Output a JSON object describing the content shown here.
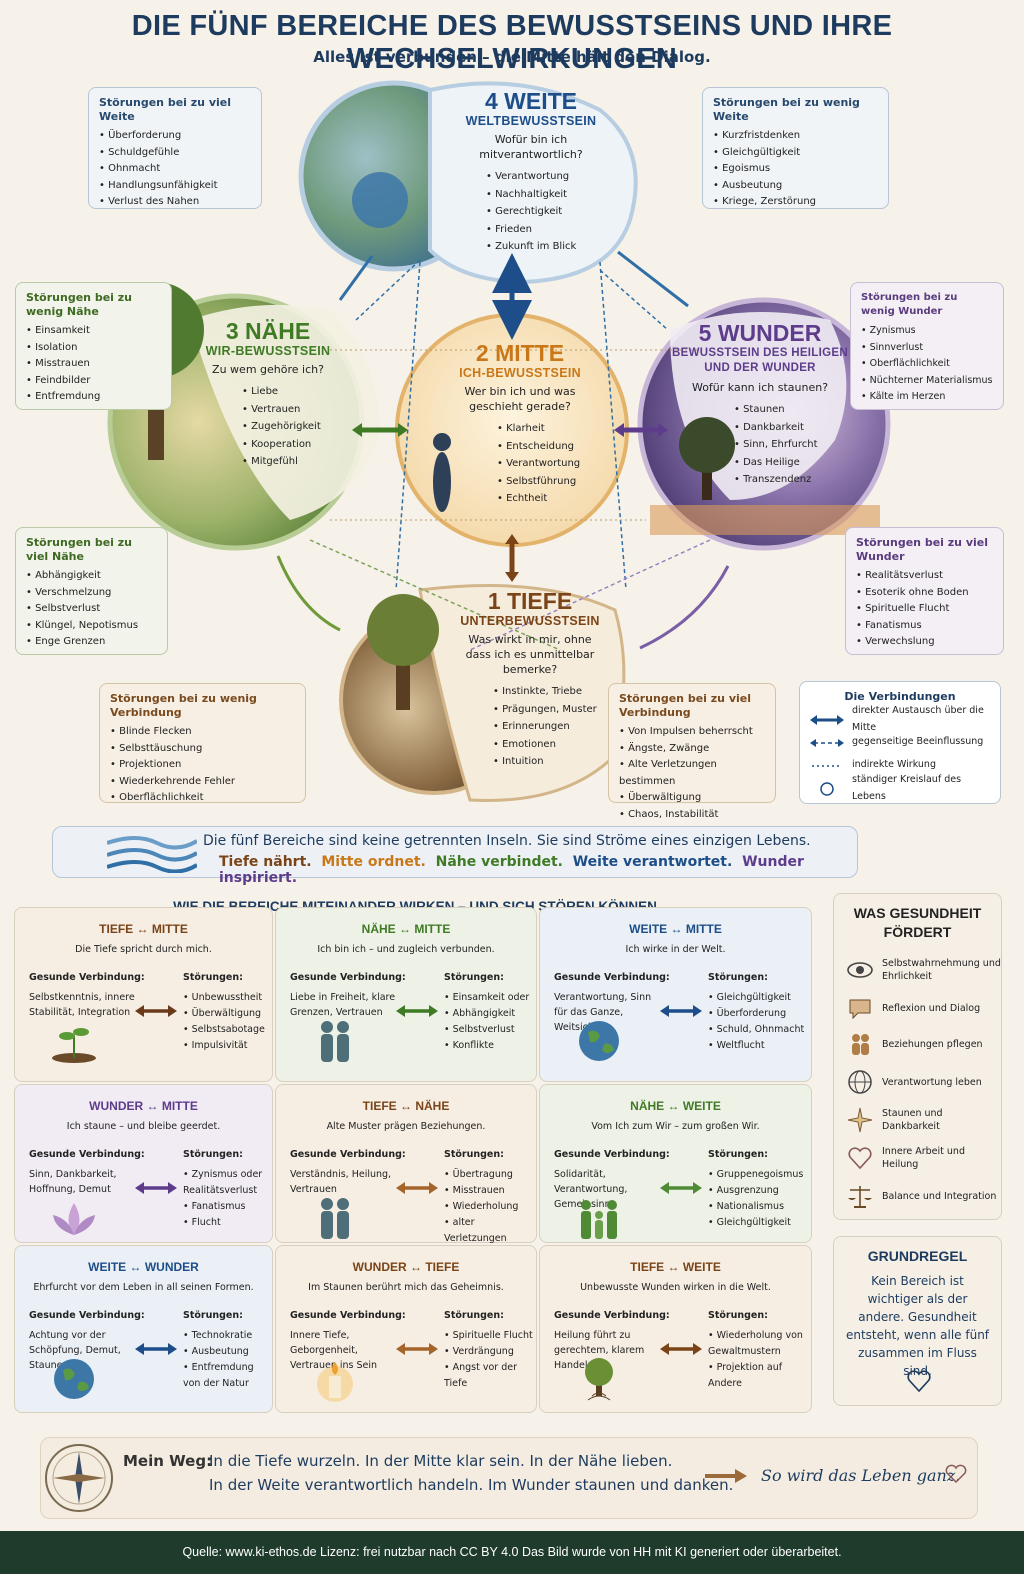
{
  "header": {
    "title": "DIE FÜNF BEREICHE DES BEWUSSTSEINS UND IHRE WECHSELWIRKUNGEN",
    "subtitle": "Alles ist verbunden – die Mitte hält den Dialog."
  },
  "areas": {
    "weite": {
      "num": "4 WEITE",
      "sub": "WELTBEWUSSTSEIN",
      "q": "Wofür bin ich mitverantwortlich?",
      "items": [
        "Verantwortung",
        "Nachhaltigkeit",
        "Gerechtigkeit",
        "Frieden",
        "Zukunft im Blick"
      ]
    },
    "naehe": {
      "num": "3 NÄHE",
      "sub": "WIR-BEWUSSTSEIN",
      "q": "Zu wem gehöre ich?",
      "items": [
        "Liebe",
        "Vertrauen",
        "Zugehörigkeit",
        "Kooperation",
        "Mitgefühl"
      ]
    },
    "mitte": {
      "num": "2 MITTE",
      "sub": "ICH-BEWUSSTSEIN",
      "q": "Wer bin ich und was geschieht gerade?",
      "items": [
        "Klarheit",
        "Entscheidung",
        "Verantwortung",
        "Selbstführung",
        "Echtheit"
      ]
    },
    "wunder": {
      "num": "5 WUNDER",
      "sub": "BEWUSSTSEIN DES HEILIGEN UND DER WUNDER",
      "q": "Wofür kann ich staunen?",
      "items": [
        "Staunen",
        "Dankbarkeit",
        "Sinn, Ehrfurcht",
        "Das Heilige",
        "Transzendenz"
      ]
    },
    "tiefe": {
      "num": "1 TIEFE",
      "sub": "UNTERBEWUSSTSEIN",
      "q": "Was wirkt in mir, ohne dass ich es unmittelbar bemerke?",
      "items": [
        "Instinkte, Triebe",
        "Prägungen, Muster",
        "Erinnerungen",
        "Emotionen",
        "Intuition"
      ]
    }
  },
  "disturbances": {
    "viel_weite": {
      "title": "Störungen bei zu viel Weite",
      "items": [
        "Überforderung",
        "Schuldgefühle",
        "Ohnmacht",
        "Handlungsunfähigkeit",
        "Verlust des Nahen"
      ]
    },
    "wenig_weite": {
      "title": "Störungen bei zu wenig Weite",
      "items": [
        "Kurzfristdenken",
        "Gleichgültigkeit",
        "Egoismus",
        "Ausbeutung",
        "Kriege, Zerstörung"
      ]
    },
    "wenig_naehe": {
      "title": "Störungen bei zu wenig Nähe",
      "items": [
        "Einsamkeit",
        "Isolation",
        "Misstrauen",
        "Feindbilder",
        "Entfremdung"
      ]
    },
    "viel_naehe": {
      "title": "Störungen bei zu viel Nähe",
      "items": [
        "Abhängigkeit",
        "Verschmelzung",
        "Selbstverlust",
        "Klüngel, Nepotismus",
        "Enge Grenzen"
      ]
    },
    "wenig_wunder": {
      "title": "Störungen bei zu wenig Wunder",
      "items": [
        "Zynismus",
        "Sinnverlust",
        "Oberflächlichkeit",
        "Nüchterner Materialismus",
        "Kälte im Herzen"
      ]
    },
    "viel_wunder": {
      "title": "Störungen bei zu viel Wunder",
      "items": [
        "Realitätsverlust",
        "Esoterik ohne Boden",
        "Spirituelle Flucht",
        "Fanatismus",
        "Verwechslung"
      ]
    },
    "wenig_verbindung": {
      "title": "Störungen bei zu wenig Verbindung",
      "items": [
        "Blinde Flecken",
        "Selbsttäuschung",
        "Projektionen",
        "Wiederkehrende Fehler",
        "Oberflächlichkeit"
      ]
    },
    "viel_verbindung": {
      "title": "Störungen bei zu viel Verbindung",
      "items": [
        "Von Impulsen beherrscht",
        "Ängste, Zwänge",
        "Alte Verletzungen bestimmen",
        "Überwältigung",
        "Chaos, Instabilität"
      ]
    }
  },
  "legend": {
    "title": "Die Verbindungen",
    "items": [
      "direkter Austausch über die Mitte",
      "gegenseitige Beeinflussung",
      "indirekte Wirkung",
      "ständiger Kreislauf des Lebens"
    ]
  },
  "banner": {
    "line1": "Die fünf Bereiche sind keine getrennten Inseln.  Sie sind Ströme eines einzigen Lebens.",
    "tiefe": "Tiefe nährt.",
    "mitte": "Mitte ordnet.",
    "naehe": "Nähe verbindet.",
    "weite": "Weite verantwortet.",
    "wunder": "Wunder inspiriert."
  },
  "section_title": "WIE DIE BEREICHE MITEINANDER WIRKEN – UND SICH STÖREN KÖNNEN",
  "labels": {
    "healthy": "Gesunde Verbindung:",
    "disturb": "Störungen:"
  },
  "cards": [
    {
      "title": "TIEFE ↔ MITTE",
      "subtitle": "Die Tiefe spricht durch mich.",
      "healthy": "Selbstkenntnis, innere Stabilität, Integration",
      "items": [
        "Unbewusstheit",
        "Überwältigung",
        "Selbstsabotage",
        "Impulsivität"
      ]
    },
    {
      "title": "NÄHE ↔ MITTE",
      "subtitle": "Ich bin ich – und zugleich verbunden.",
      "healthy": "Liebe in Freiheit, klare Grenzen, Vertrauen",
      "items": [
        "Einsamkeit oder",
        "Abhängigkeit",
        "Selbstverlust",
        "Konflikte"
      ]
    },
    {
      "title": "WEITE ↔ MITTE",
      "subtitle": "Ich wirke in der Welt.",
      "healthy": "Verantwortung, Sinn für das Ganze, Weitsicht",
      "items": [
        "Gleichgültigkeit",
        "Überforderung",
        "Schuld, Ohnmacht",
        "Weltflucht"
      ]
    },
    {
      "title": "WUNDER ↔ MITTE",
      "subtitle": "Ich staune – und bleibe geerdet.",
      "healthy": "Sinn, Dankbarkeit, Hoffnung, Demut",
      "items": [
        "Zynismus oder Realitätsverlust",
        "Fanatismus",
        "Flucht"
      ]
    },
    {
      "title": "TIEFE ↔ NÄHE",
      "subtitle": "Alte Muster prägen Beziehungen.",
      "healthy": "Verständnis, Heilung, Vertrauen",
      "items": [
        "Übertragung",
        "Misstrauen",
        "Wiederholung",
        "alter Verletzungen"
      ]
    },
    {
      "title": "NÄHE ↔ WEITE",
      "subtitle": "Vom Ich zum Wir – zum großen Wir.",
      "healthy": "Solidarität, Verantwortung, Gemeinsinn",
      "items": [
        "Gruppenegoismus",
        "Ausgrenzung",
        "Nationalismus",
        "Gleichgültigkeit"
      ]
    },
    {
      "title": "WEITE ↔ WUNDER",
      "subtitle": "Ehrfurcht vor dem Leben in all seinen Formen.",
      "healthy": "Achtung vor der Schöpfung, Demut, Staunen",
      "items": [
        "Technokratie",
        "Ausbeutung",
        "Entfremdung von der Natur"
      ]
    },
    {
      "title": "WUNDER ↔ TIEFE",
      "subtitle": "Im Staunen berührt mich das Geheimnis.",
      "healthy": "Innere Tiefe, Geborgenheit, Vertrauen ins Sein",
      "items": [
        "Spirituelle Flucht",
        "Verdrängung",
        "Angst vor der Tiefe"
      ]
    },
    {
      "title": "TIEFE ↔ WEITE",
      "subtitle": "Unbewusste Wunden wirken in die Welt.",
      "healthy": "Heilung führt zu gerechtem, klarem Handeln",
      "items": [
        "Wiederholung von Gewaltmustern",
        "Projektion auf Andere"
      ]
    }
  ],
  "health": {
    "title": "WAS GESUNDHEIT FÖRDERT",
    "items": [
      "Selbstwahrnehmung und Ehrlichkeit",
      "Reflexion und Dialog",
      "Beziehungen pflegen",
      "Verantwortung leben",
      "Staunen und Dankbarkeit",
      "Innere Arbeit und Heilung",
      "Balance und Integration"
    ]
  },
  "grundregel": {
    "title": "GRUNDREGEL",
    "text": "Kein Bereich ist wichtiger als der andere. Gesundheit entsteht, wenn alle fünf zusammen im Fluss sind."
  },
  "weg": {
    "label": "Mein Weg:",
    "line1": "In die Tiefe wurzeln.   In der Mitte klar sein.   In der Nähe lieben.",
    "line2": "In der Weite verantwortlich handeln.   Im Wunder staunen und danken.",
    "closing": "So wird das Leben ganz."
  },
  "footer": "Quelle: www.ki-ethos.de Lizenz: frei nutzbar nach CC BY 4.0 Das Bild wurde von HH mit KI generiert oder überarbeitet.",
  "colors": {
    "blue": "#1d4e89",
    "green": "#3f7a25",
    "orange": "#c97818",
    "violet": "#5e3c8c",
    "brown": "#7a4418"
  }
}
